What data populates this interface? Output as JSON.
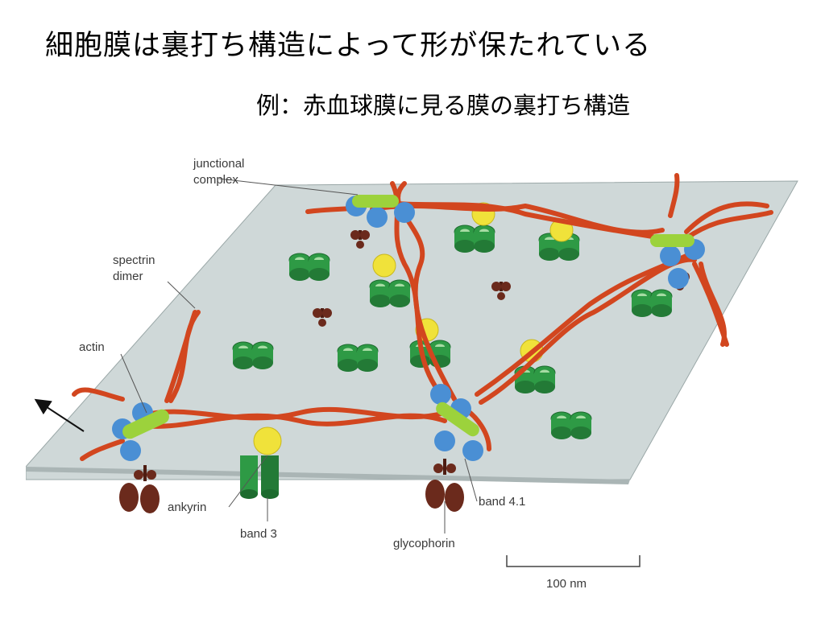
{
  "slide": {
    "title": "細胞膜は裏打ち構造によって形が保たれている",
    "subtitle": "例：赤血球膜に見る膜の裏打ち構造"
  },
  "figure": {
    "labels": {
      "junctional_line1": "junctional",
      "junctional_line2": "complex",
      "spectrin_line1": "spectrin",
      "spectrin_line2": "dimer",
      "actin": "actin",
      "ankyrin": "ankyrin",
      "band3": "band 3",
      "glycophorin": "glycophorin",
      "band41": "band 4.1",
      "scale": "100 nm"
    },
    "colors": {
      "membrane": "#cfd8d8",
      "spectrin": "#d2461f",
      "actin": "#9cd23c",
      "band41": "#4a8fd4",
      "ankyrin": "#f0e23a",
      "band3": "#2e9a45",
      "glycophorin": "#6b2a1c"
    }
  }
}
